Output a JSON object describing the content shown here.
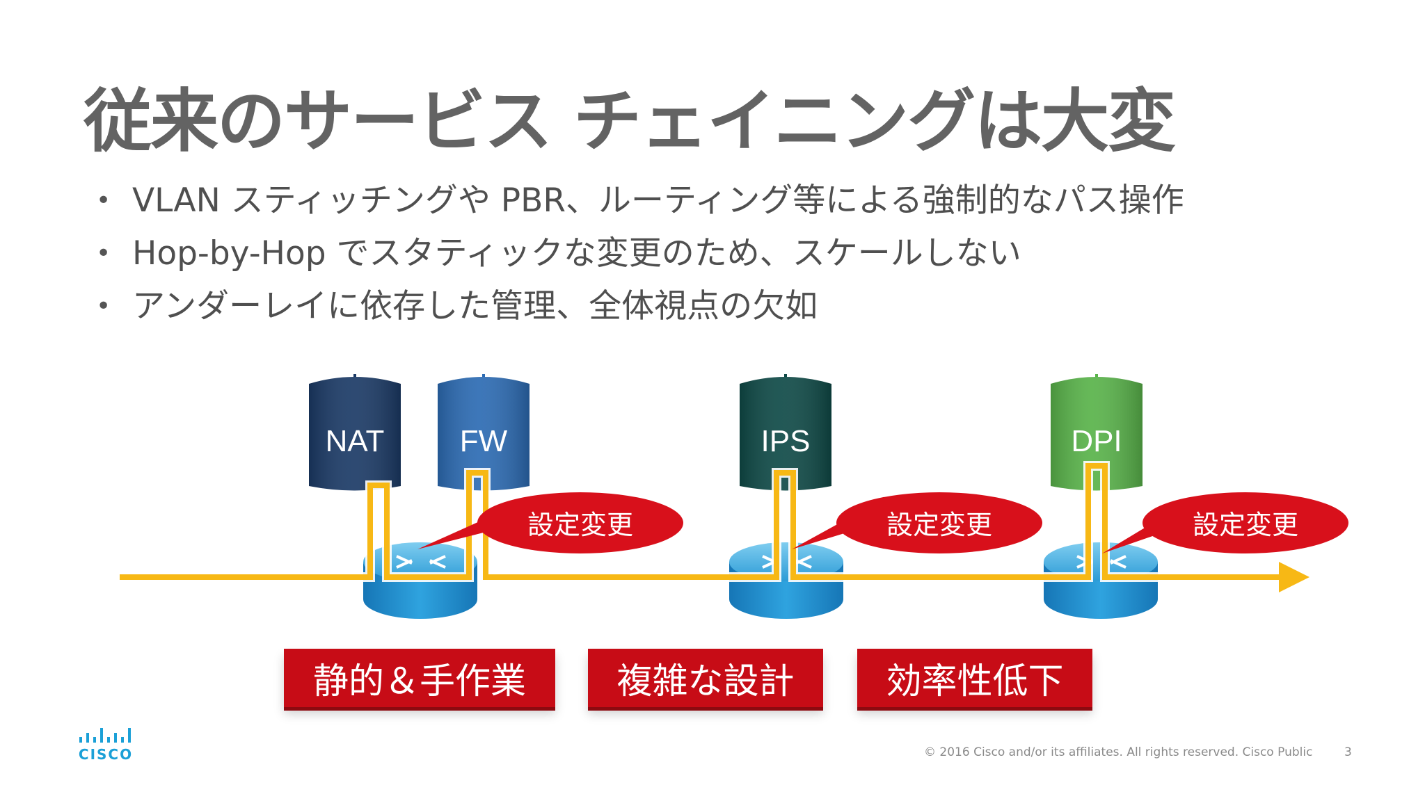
{
  "title": "従来のサービス チェイニングは大変",
  "bullets": [
    "VLAN スティッチングや PBR、ルーティング等による強制的なパス操作",
    "Hop-by-Hop でスタティックな変更のため、スケールしない",
    "アンダーレイに依存した管理、全体視点の欠如"
  ],
  "services": [
    {
      "label": "NAT",
      "color": "#1b3a66"
    },
    {
      "label": "FW",
      "color": "#2c6bb3"
    },
    {
      "label": "IPS",
      "color": "#0f4a47"
    },
    {
      "label": "DPI",
      "color": "#59b34a"
    }
  ],
  "callouts": [
    "設定変更",
    "設定変更",
    "設定変更"
  ],
  "issues": [
    "静的＆手作業",
    "複雑な設計",
    "効率性低下"
  ],
  "colors": {
    "path": "#f7b815",
    "callout": "#d8101b",
    "issue_box": "#c70c16",
    "router": "#1f8fce"
  },
  "footer": {
    "copyright": "© 2016  Cisco and/or its affiliates. All rights reserved.   Cisco Public",
    "page": "3",
    "logo_text": "CISCO"
  }
}
